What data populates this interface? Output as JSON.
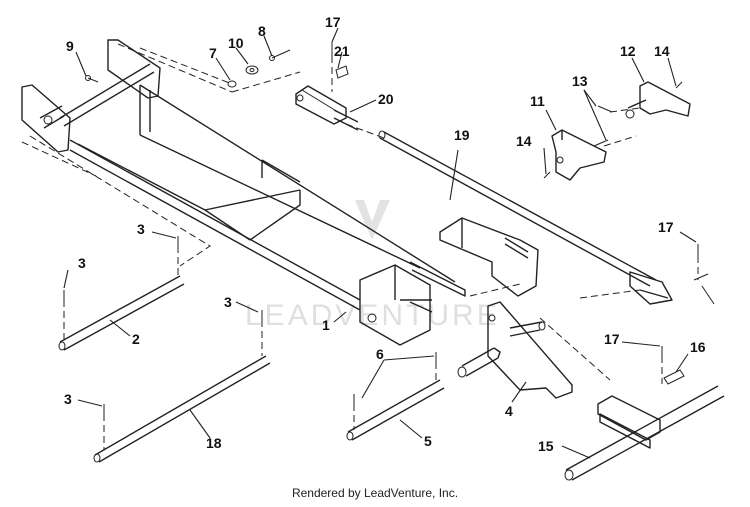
{
  "diagram": {
    "watermark_text": "LEADVENTURE",
    "callouts": [
      {
        "id": "c1",
        "label": "1"
      },
      {
        "id": "c2",
        "label": "2"
      },
      {
        "id": "c3a",
        "label": "3"
      },
      {
        "id": "c3b",
        "label": "3"
      },
      {
        "id": "c3c",
        "label": "3"
      },
      {
        "id": "c3d",
        "label": "3"
      },
      {
        "id": "c4",
        "label": "4"
      },
      {
        "id": "c5",
        "label": "5"
      },
      {
        "id": "c6",
        "label": "6"
      },
      {
        "id": "c7",
        "label": "7"
      },
      {
        "id": "c8",
        "label": "8"
      },
      {
        "id": "c9",
        "label": "9"
      },
      {
        "id": "c10",
        "label": "10"
      },
      {
        "id": "c11",
        "label": "11"
      },
      {
        "id": "c12",
        "label": "12"
      },
      {
        "id": "c13",
        "label": "13"
      },
      {
        "id": "c14a",
        "label": "14"
      },
      {
        "id": "c14b",
        "label": "14"
      },
      {
        "id": "c15",
        "label": "15"
      },
      {
        "id": "c16",
        "label": "16"
      },
      {
        "id": "c17a",
        "label": "17"
      },
      {
        "id": "c17b",
        "label": "17"
      },
      {
        "id": "c17c",
        "label": "17"
      },
      {
        "id": "c18",
        "label": "18"
      },
      {
        "id": "c19",
        "label": "19"
      },
      {
        "id": "c20",
        "label": "20"
      },
      {
        "id": "c21",
        "label": "21"
      }
    ]
  },
  "footer": {
    "text": "Rendered by LeadVenture, Inc."
  }
}
